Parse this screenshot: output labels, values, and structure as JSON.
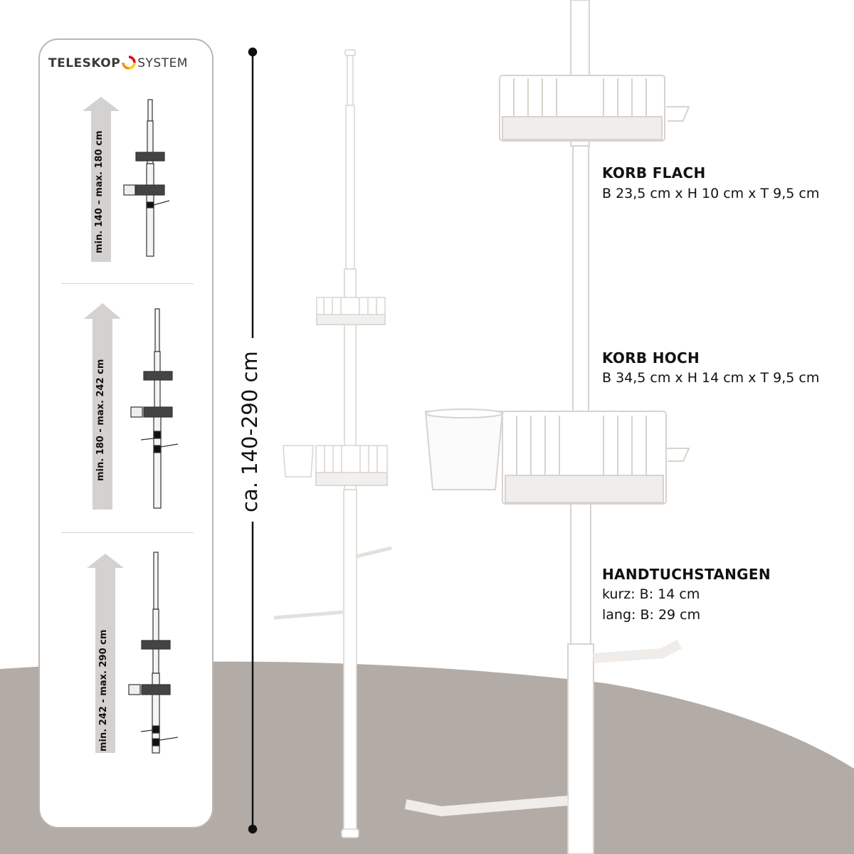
{
  "logo": {
    "word1": "TELESKOP",
    "word2": "SYSTEM",
    "colors": [
      "#e2001a",
      "#f39200",
      "#ffcc00",
      "#333333"
    ]
  },
  "height_ranges": [
    {
      "label": "min. 140 – max. 180 cm"
    },
    {
      "label": "min. 180 - max. 242 cm"
    },
    {
      "label": "min. 242 - max. 290 cm"
    }
  ],
  "dimension": {
    "label": "ca. 140-290 cm"
  },
  "specs": {
    "korb_flach": {
      "title": "KORB FLACH",
      "size": "B 23,5 cm x H 10 cm x T 9,5 cm"
    },
    "korb_hoch": {
      "title": "KORB HOCH",
      "size": "B 34,5 cm x H 14 cm x T 9,5 cm"
    },
    "handtuchstangen": {
      "title": "HANDTUCHSTANGEN",
      "kurz": "kurz: B: 14 cm",
      "lang": "lang: B: 29 cm"
    }
  },
  "colors": {
    "floor": "#b3aca6",
    "arrow": "#d4d2d0",
    "panel_border": "#bdb6b0",
    "pole": "#ffffff",
    "outline": "#cfcac5"
  }
}
